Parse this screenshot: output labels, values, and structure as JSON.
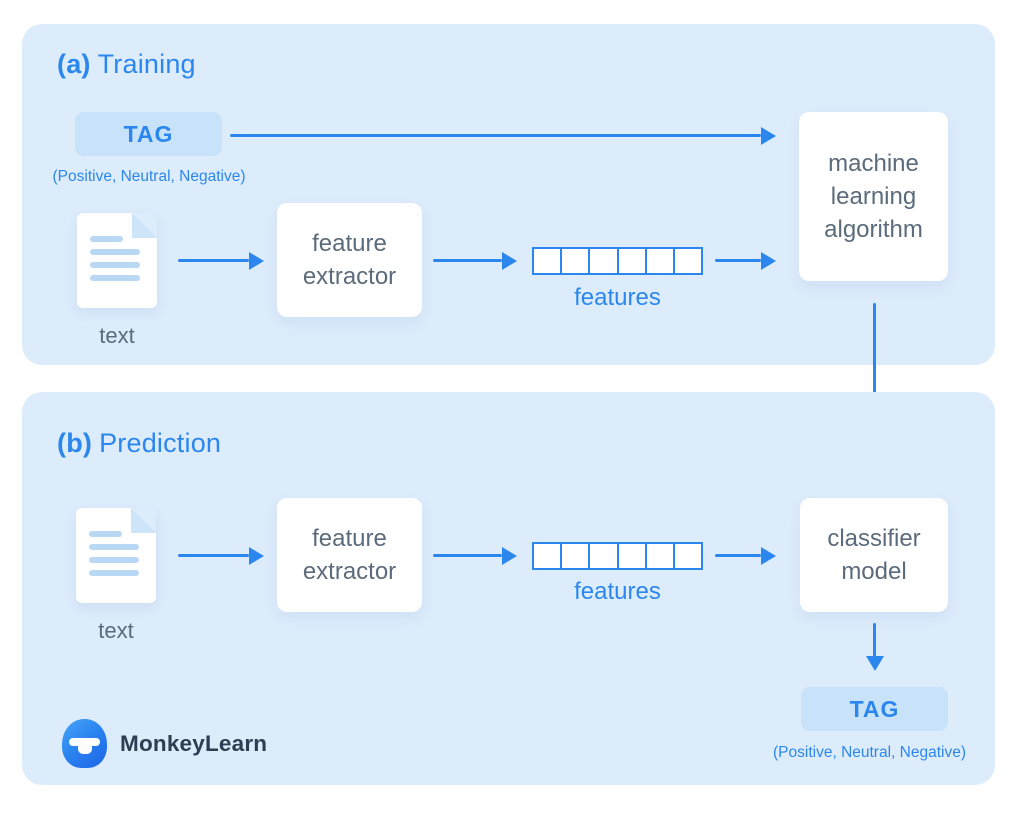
{
  "colors": {
    "accent": "#2b87ee",
    "panel_background": "#ddecfb",
    "tag_background": "#c8e2fa",
    "box_text": "#5b6b7b",
    "logo_text": "#2e3d51",
    "doc_line": "#b9d8f3",
    "doc_fold": "#cde4f9"
  },
  "diagram": {
    "feature_cell_count": 6,
    "training": {
      "label_prefix": "(a)",
      "label": "Training",
      "tag": "TAG",
      "tag_values": "(Positive, Neutral, Negative)",
      "input_label": "text",
      "extractor": "feature extractor",
      "features_label": "features",
      "algorithm": "machine learning algorithm"
    },
    "prediction": {
      "label_prefix": "(b)",
      "label": "Prediction",
      "input_label": "text",
      "extractor": "feature extractor",
      "features_label": "features",
      "model": "classifier model",
      "tag": "TAG",
      "tag_values": "(Positive, Neutral, Negative)"
    },
    "brand": "MonkeyLearn"
  }
}
